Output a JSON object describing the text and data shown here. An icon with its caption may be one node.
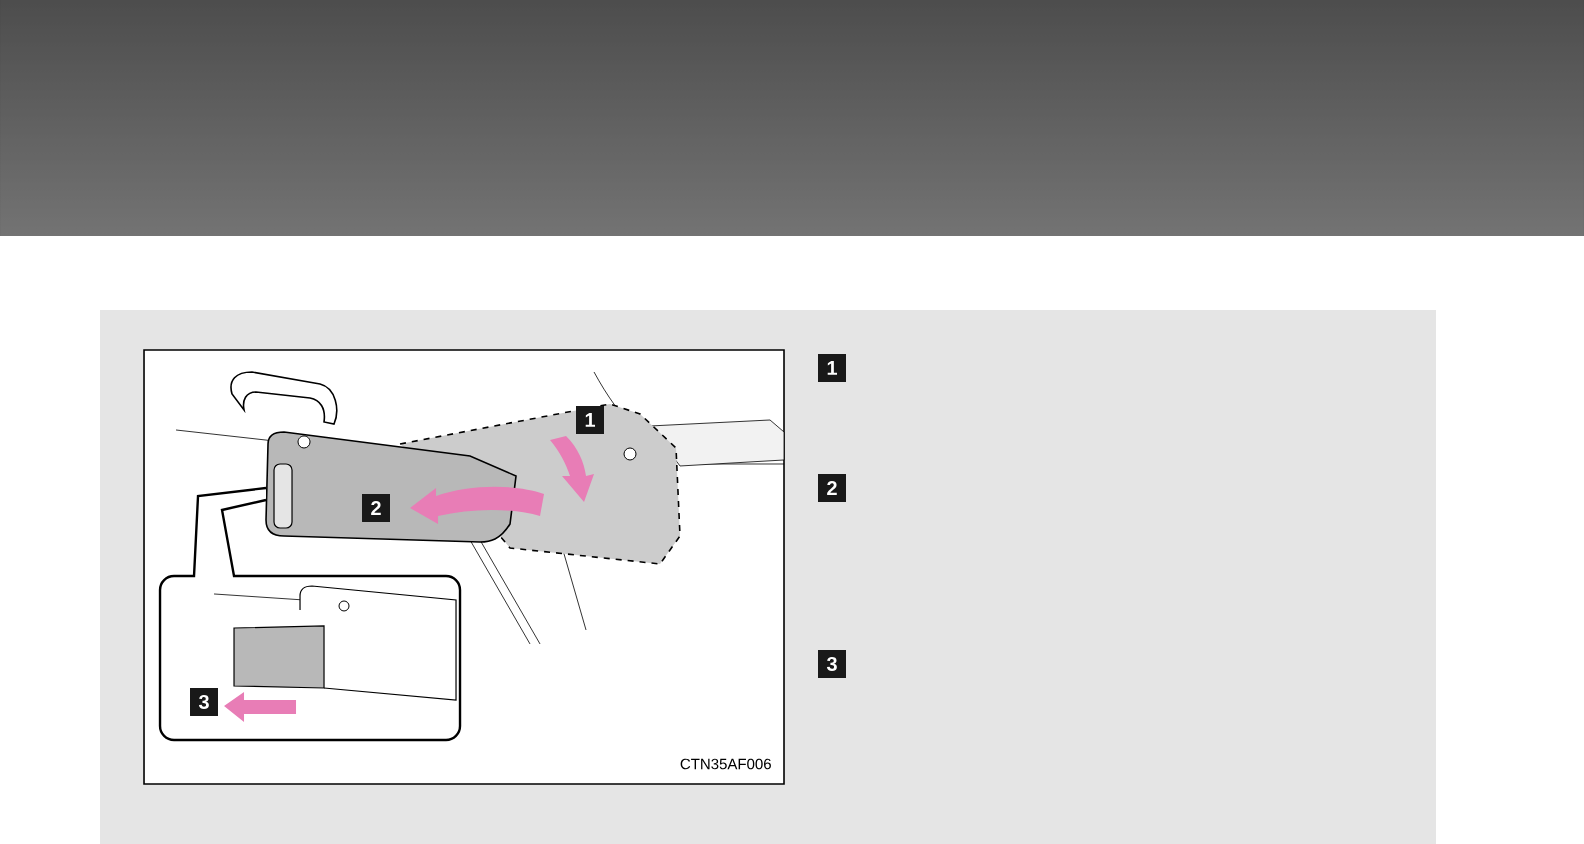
{
  "diagram": {
    "nodes": [
      {
        "text": [
          "1"
        ]
      },
      {
        "text": [
          "2"
        ]
      },
      {
        "text": [
          "3"
        ]
      },
      {
        "text": [
          "1"
        ]
      },
      {
        "text": [
          "2"
        ]
      },
      {
        "text": [
          "3"
        ]
      }
    ],
    "labels": [
      "CTN35AF006"
    ]
  }
}
